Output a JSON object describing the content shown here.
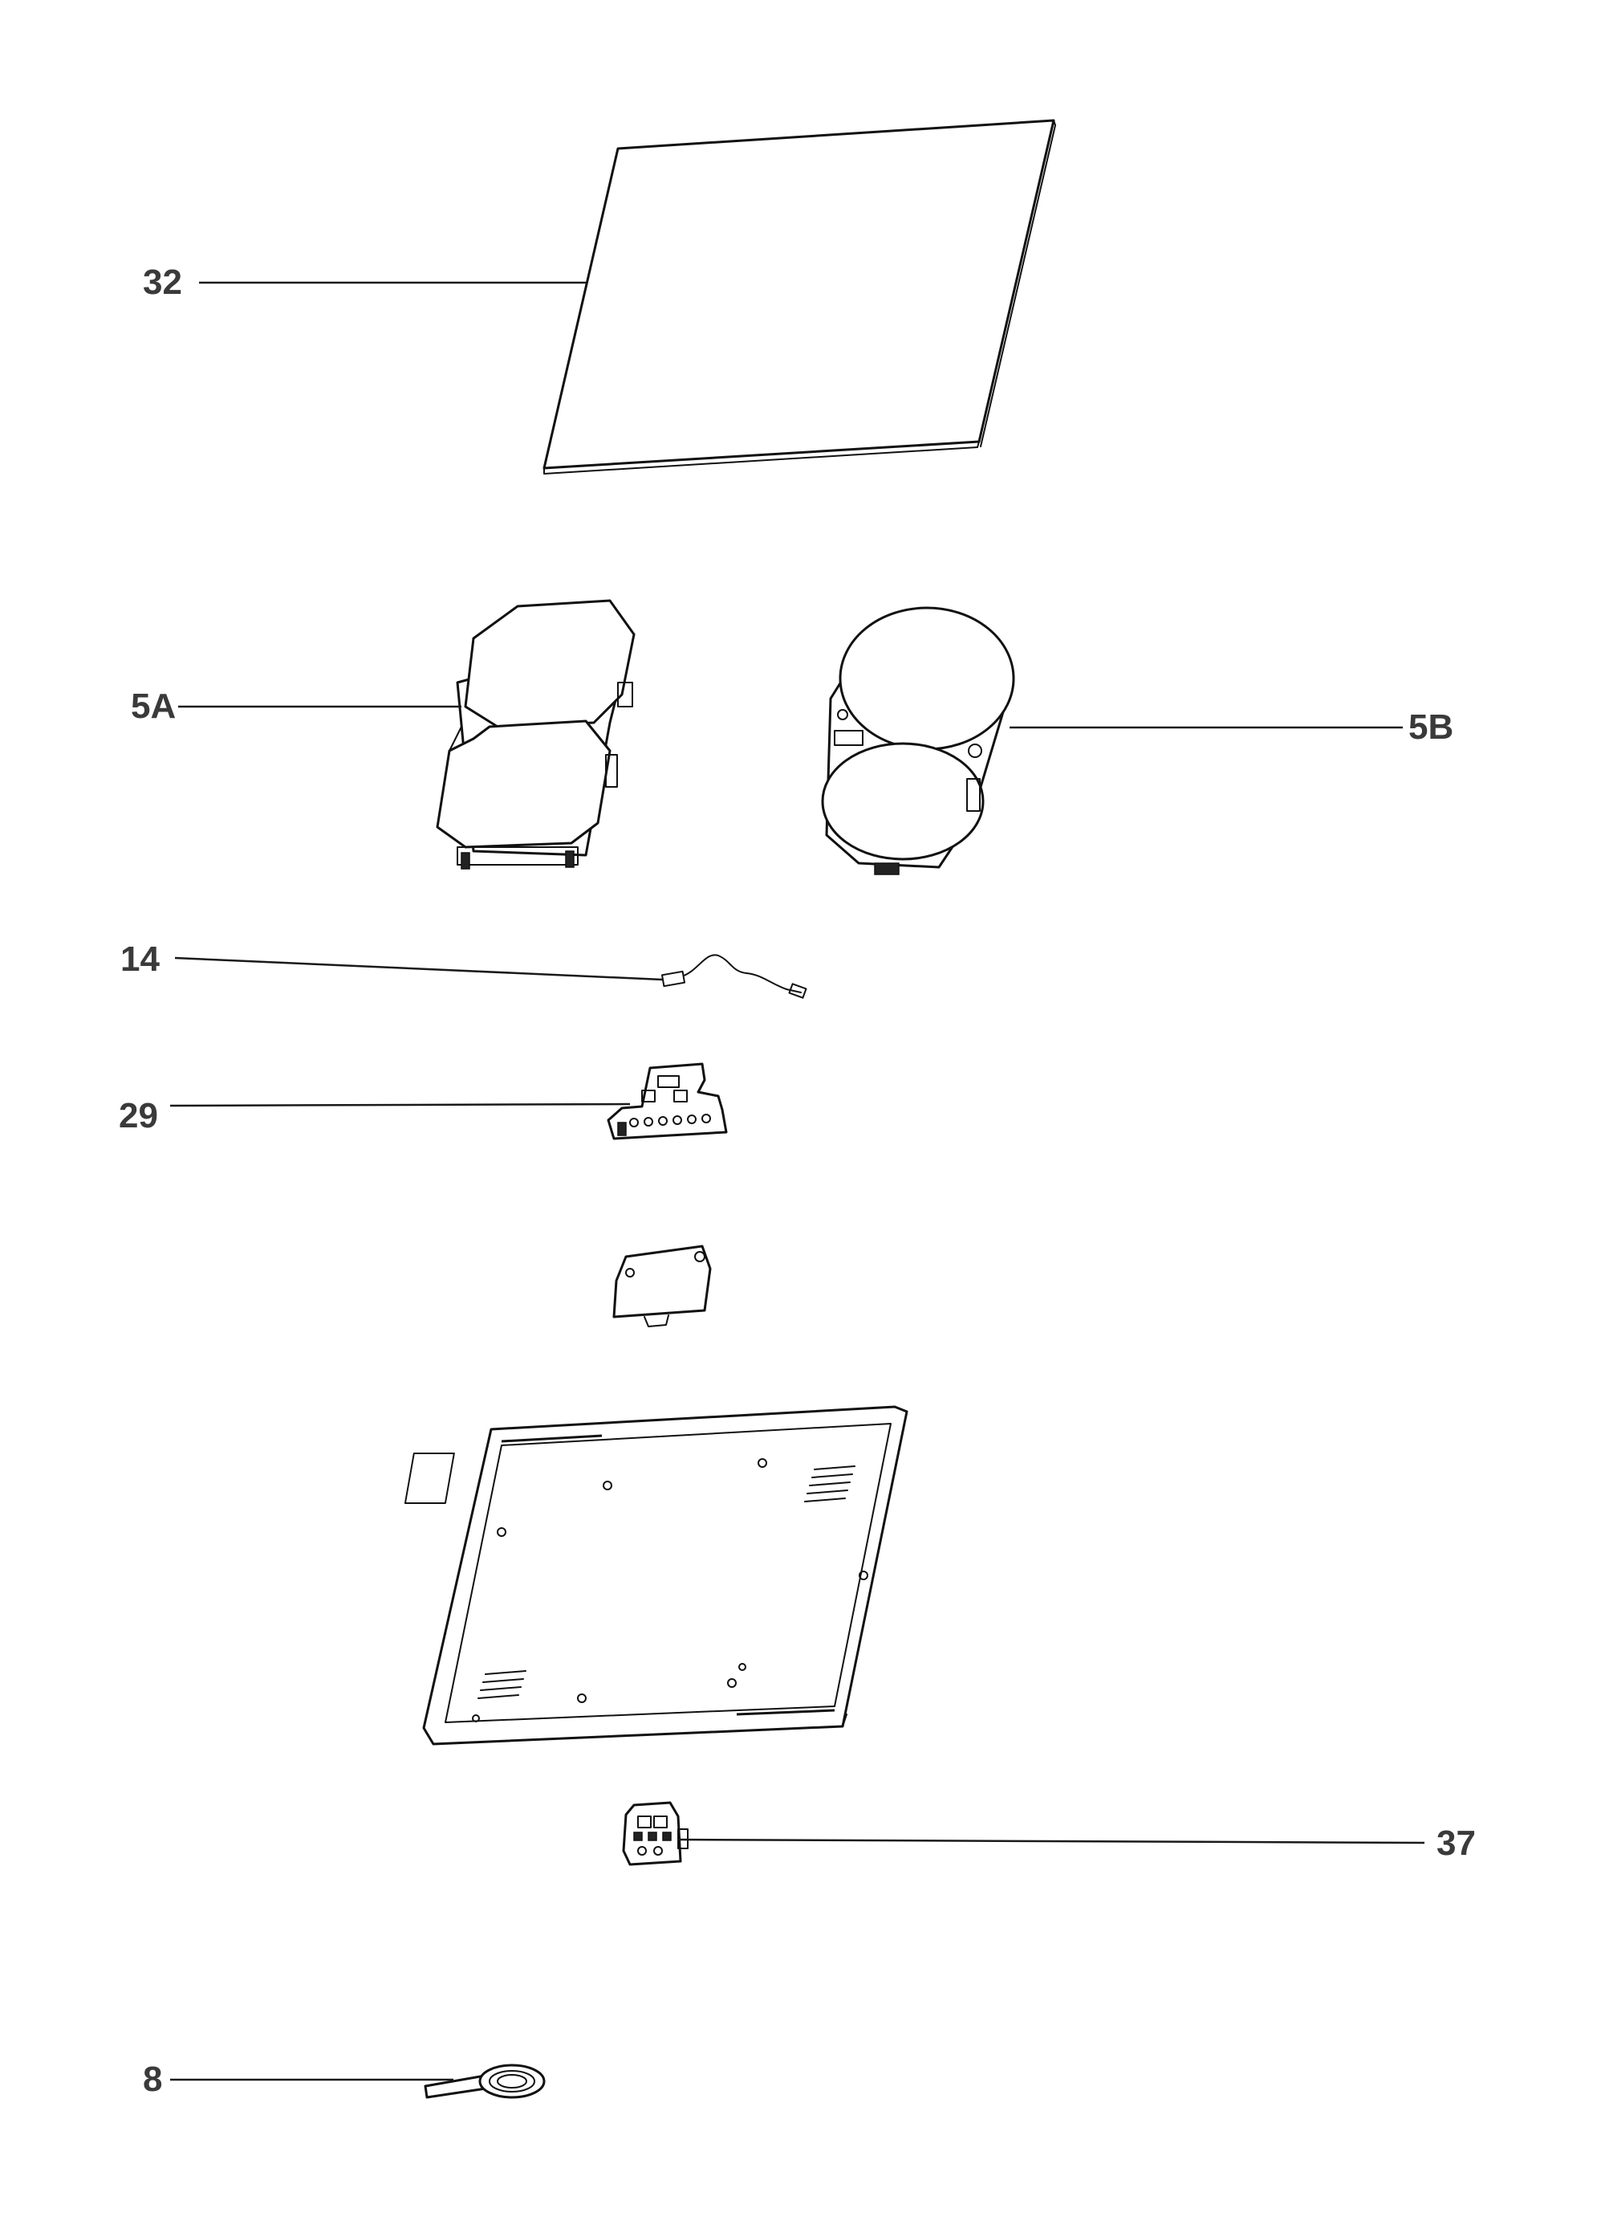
{
  "diagram": {
    "type": "exploded-parts-diagram",
    "callouts": [
      {
        "id": "part-32",
        "label": "32"
      },
      {
        "id": "part-5a",
        "label": "5A"
      },
      {
        "id": "part-5b",
        "label": "5B"
      },
      {
        "id": "part-14",
        "label": "14"
      },
      {
        "id": "part-29",
        "label": "29"
      },
      {
        "id": "part-37",
        "label": "37"
      },
      {
        "id": "part-8",
        "label": "8"
      }
    ]
  },
  "colors": {
    "label": "#3a3a3a",
    "line": "#111111",
    "background": "#ffffff"
  }
}
